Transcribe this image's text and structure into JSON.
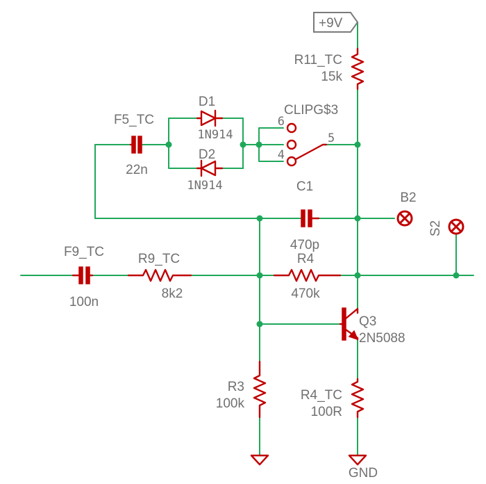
{
  "supply": {
    "label": "+9V"
  },
  "ground": {
    "label": "GND"
  },
  "components": {
    "r11": {
      "name": "R11_TC",
      "value": "15k"
    },
    "f5": {
      "name": "F5_TC",
      "value": "22n"
    },
    "d1": {
      "name": "D1",
      "value": "1N914"
    },
    "d2": {
      "name": "D2",
      "value": "1N914"
    },
    "switch": {
      "name": "CLIPG$3",
      "pin6": "6",
      "pin4": "4",
      "pin5": "5"
    },
    "c1": {
      "name": "C1",
      "value": "470p"
    },
    "b2": {
      "name": "B2"
    },
    "s2": {
      "name": "S2"
    },
    "f9": {
      "name": "F9_TC",
      "value": "100n"
    },
    "r9": {
      "name": "R9_TC",
      "value": "8k2"
    },
    "r4": {
      "name": "R4",
      "value": "470k"
    },
    "q3": {
      "name": "Q3",
      "value": "2N5088"
    },
    "r3": {
      "name": "R3",
      "value": "100k"
    },
    "r4tc": {
      "name": "R4_TC",
      "value": "100R"
    }
  },
  "colors": {
    "wire": "#1fa85a",
    "part": "#c00000",
    "text": "#707070"
  }
}
